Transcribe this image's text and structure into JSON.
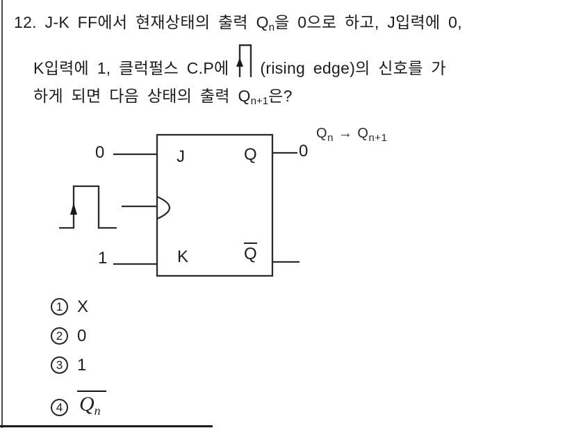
{
  "colors": {
    "text": "#1c1c1c",
    "line": "#2b2b2b",
    "background": "#ffffff"
  },
  "question": {
    "number": "12.",
    "line1": {
      "pre": "J-K FF에서 현재상태의 출력 Q",
      "sub": "n",
      "post": "을 0으로 하고, J입력에 0,"
    },
    "line2": {
      "pre": "K입력에 1, 클럭펄스 C.P에",
      "post": "(rising edge)의 신호를 가"
    },
    "line3": {
      "pre": "하게 되면 다음 상태의 출력 Q",
      "sub": "n+1",
      "post": "은?"
    }
  },
  "figure": {
    "j_input_value": "0",
    "k_input_value": "1",
    "j_pin_label": "J",
    "k_pin_label": "K",
    "q_pin_label": "Q",
    "qbar_pin_label": "Q",
    "q_output_value": "0",
    "transition": {
      "q1": "Q",
      "sub1": "n",
      "arrow": "→",
      "q2": "Q",
      "sub2": "n+1"
    }
  },
  "options": [
    {
      "number": "1",
      "label": "X"
    },
    {
      "number": "2",
      "label": "0"
    },
    {
      "number": "3",
      "label": "1"
    },
    {
      "number": "4",
      "label_base": "Q",
      "label_sub": "n"
    }
  ]
}
